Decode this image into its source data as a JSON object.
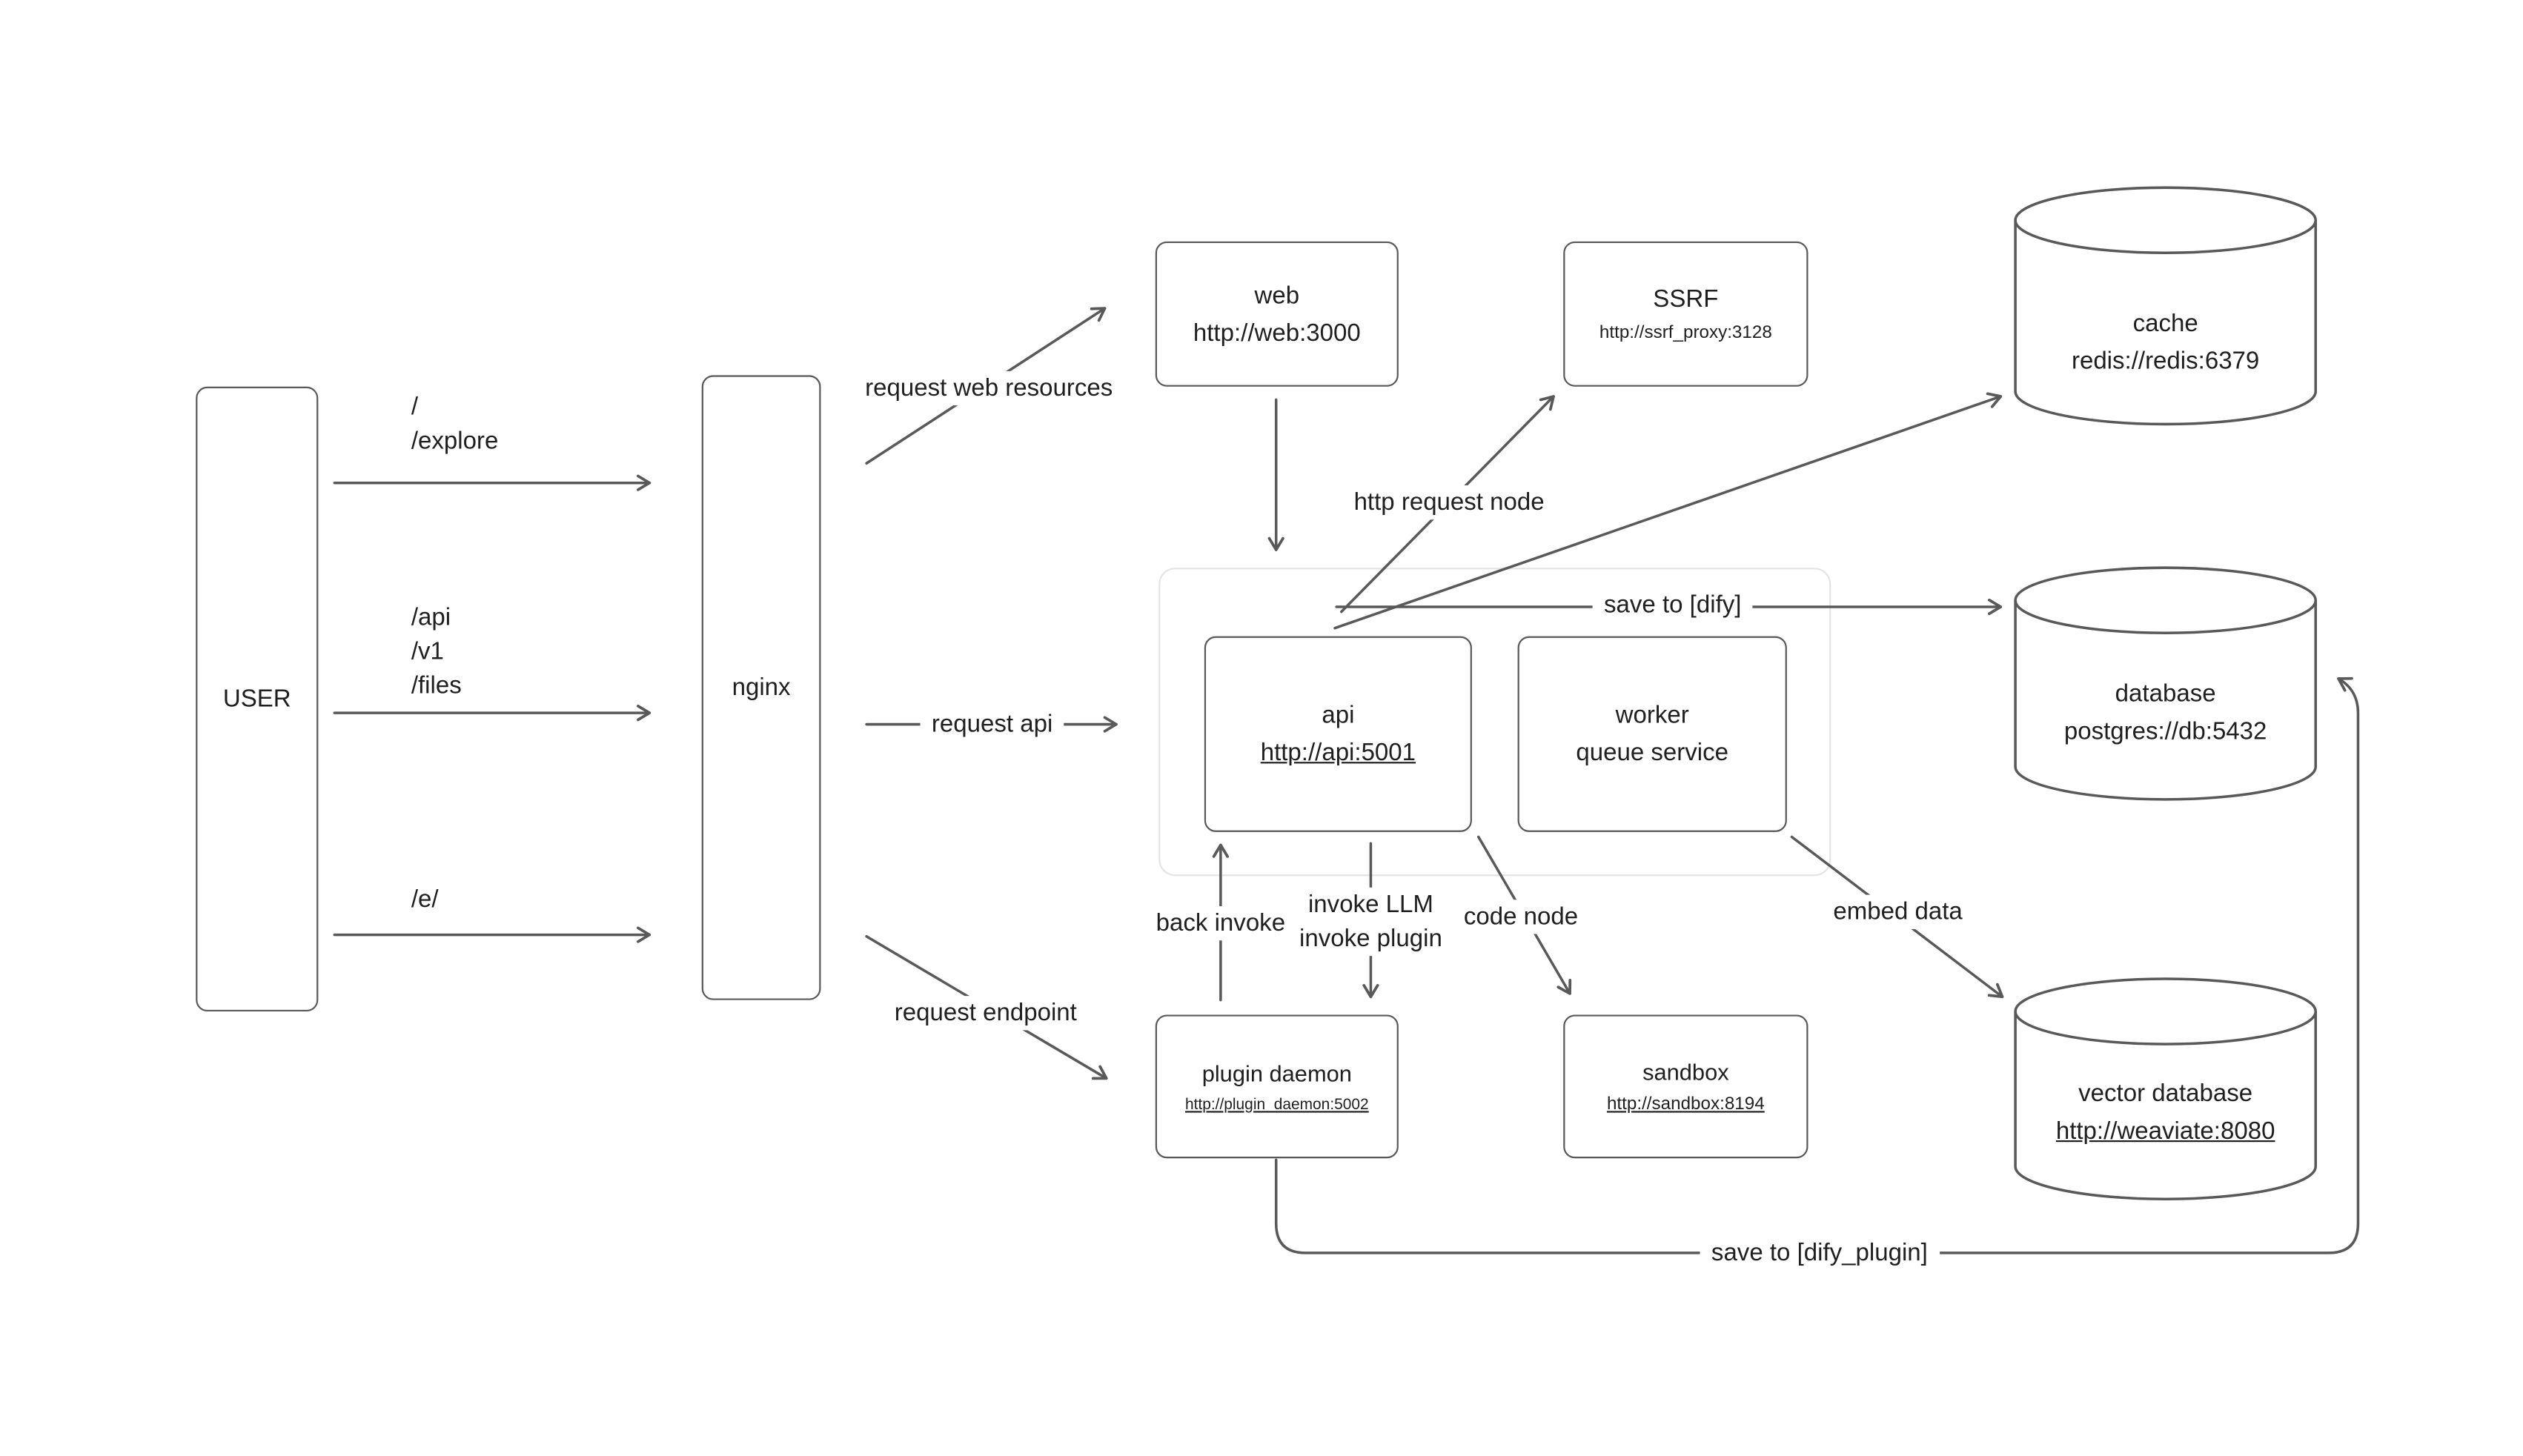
{
  "diagram": {
    "nodes": {
      "user": {
        "label": "USER"
      },
      "nginx": {
        "label": "nginx"
      },
      "web": {
        "title": "web",
        "subtitle": "http://web:3000"
      },
      "ssrf": {
        "title": "SSRF",
        "subtitle": "http://ssrf_proxy:3128"
      },
      "cache": {
        "title": "cache",
        "subtitle": "redis://redis:6379"
      },
      "database": {
        "title": "database",
        "subtitle": "postgres://db:5432"
      },
      "vector_database": {
        "title": "vector database",
        "subtitle": "http://weaviate:8080"
      },
      "api": {
        "title": "api",
        "subtitle": "http://api:5001"
      },
      "worker": {
        "title": "worker",
        "subtitle": "queue service"
      },
      "plugin_daemon": {
        "title": "plugin daemon",
        "subtitle": "http://plugin_daemon:5002"
      },
      "sandbox": {
        "title": "sandbox",
        "subtitle": "http://sandbox:8194"
      }
    },
    "edge_labels": {
      "user_routes_top": [
        "/",
        "/explore"
      ],
      "user_routes_mid": [
        "/api",
        "/v1",
        "/files"
      ],
      "user_routes_bottom": [
        "/e/"
      ],
      "request_web_resources": "request web resources",
      "request_api": "request api",
      "request_endpoint": "request endpoint",
      "http_request_node": "http request node",
      "save_to_dify": "save to [dify]",
      "back_invoke": "back invoke",
      "invoke_llm": "invoke LLM",
      "invoke_plugin": "invoke plugin",
      "code_node": "code node",
      "embed_data": "embed data",
      "save_to_dify_plugin": "save to [dify_plugin]"
    },
    "colors": {
      "stroke": "#595959",
      "text": "#1f1f1f",
      "container_border": "#e4e4e4",
      "background": "#ffffff"
    }
  }
}
